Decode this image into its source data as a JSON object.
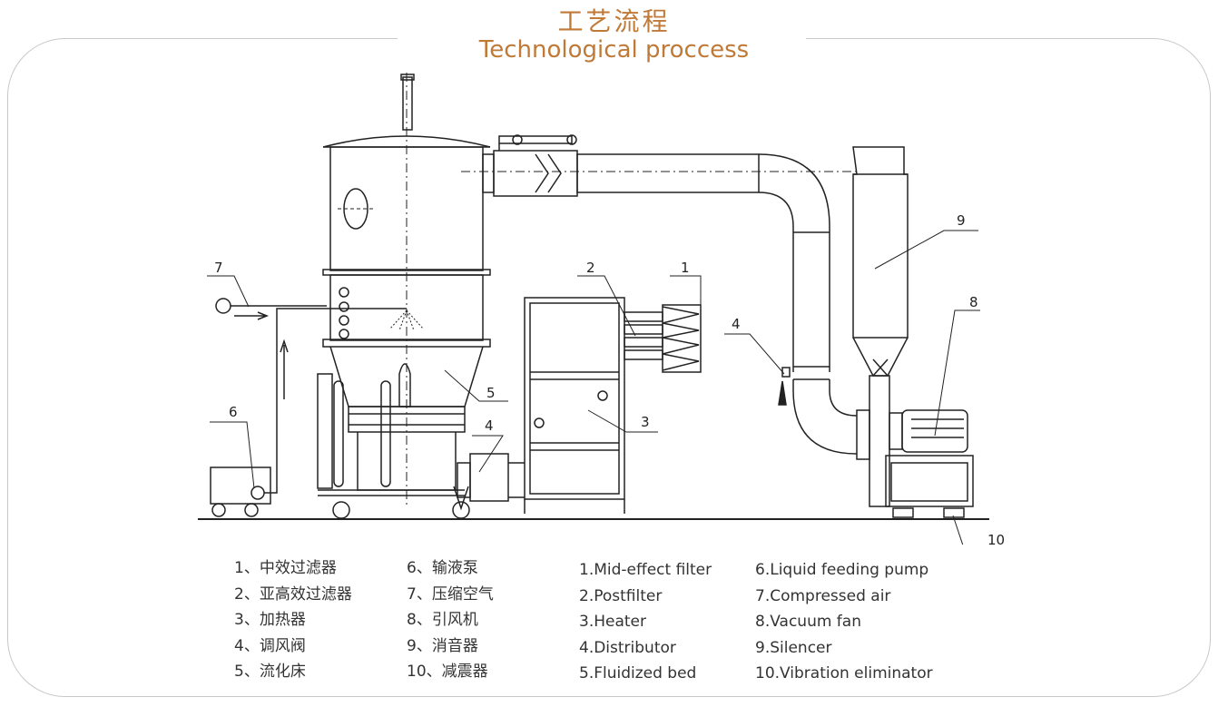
{
  "title": {
    "cn": "工艺流程",
    "en": "Technological proccess"
  },
  "callouts": [
    "1",
    "2",
    "3",
    "4",
    "4",
    "5",
    "6",
    "7",
    "8",
    "9",
    "10"
  ],
  "legend": {
    "cn_left": [
      "1、中效过滤器",
      "2、亚高效过滤器",
      "3、加热器",
      "4、调风阀",
      "5、流化床"
    ],
    "cn_right": [
      "6、输液泵",
      "7、压缩空气",
      "8、引风机",
      "9、消音器",
      "10、减震器"
    ],
    "en_left": [
      "1.Mid-effect filter",
      "2.Postfilter",
      "3.Heater",
      "4.Distributor",
      "5.Fluidized bed"
    ],
    "en_right": [
      "6.Liquid feeding pump",
      "7.Compressed air",
      "8.Vacuum fan",
      "9.Silencer",
      "10.Vibration eliminator"
    ]
  },
  "colors": {
    "title": "#c07a38",
    "line": "#222222",
    "frame": "#c8c8c8"
  }
}
